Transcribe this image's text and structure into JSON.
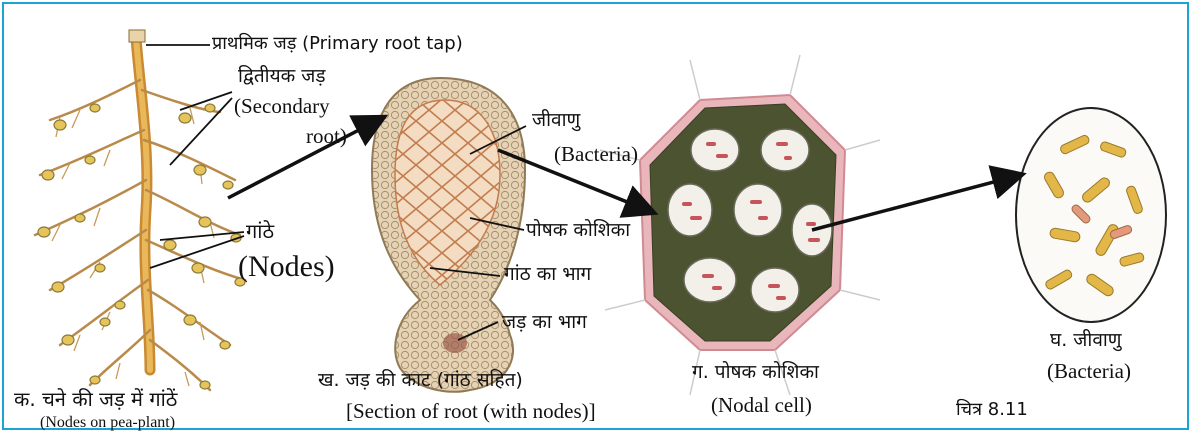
{
  "labels": {
    "primary_root": "प्राथमिक जड़ (Primary root tap)",
    "secondary_root_hi": "द्वितीयक जड़",
    "secondary_root_en_1": "(Secondary",
    "secondary_root_en_2": "root)",
    "nodes_hi": "गांठे",
    "nodes_en": "(Nodes)",
    "bacteria_hi": "जीवाणु",
    "bacteria_en": "(Bacteria)",
    "nodal_cell_hi": "पोषक कोशिका",
    "nodule_part": "गांठ का भाग",
    "root_part": "जड़ का भाग"
  },
  "captions": {
    "a_hi": "क. चने की जड़ में गांठें",
    "a_en": "(Nodes on pea-plant)",
    "b_hi": "ख. जड़ की काट (गांठ सहित)",
    "b_en": "[Section of root (with nodes)]",
    "c_hi": "ग. पोषक कोशिका",
    "c_en": "(Nodal cell)",
    "d_hi": "घ. जीवाणु",
    "d_en": "(Bacteria)",
    "figure": "चित्र 8.11"
  },
  "colors": {
    "frame": "#1aa3d4",
    "root": "#d9a13a",
    "nodule": "#e8c55a",
    "section_fill": "#f1d6b8",
    "section_cell": "#c98a5a",
    "nodal_cell": "#4e5530",
    "nodal_border": "#e8a0a8",
    "bacteria": "#e3b648"
  }
}
